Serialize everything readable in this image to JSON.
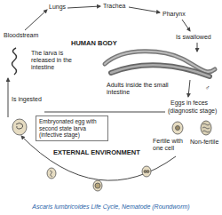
{
  "diagram": {
    "caption": "Ascaris lumbricoides Life Cycle, Nematode (Roundworm)",
    "nodes": [
      {
        "text": [
          "Embryonated egg with second state larva (infective stage)"
        ]
      }
    ],
    "labels": [
      "Lungs",
      "Trachea",
      "Pharynx",
      "Is swallowed",
      "HUMAN BODY",
      "Bloodstream",
      "The larva is released in the intestine",
      "Adults inside the small intestine",
      "Is ingested",
      "Eggs in feces",
      "(diagnostic stage)",
      "Non-fertile",
      "Fertile with one cell",
      "EXTERNAL ENVIRONMENT",
      "♂"
    ]
  }
}
